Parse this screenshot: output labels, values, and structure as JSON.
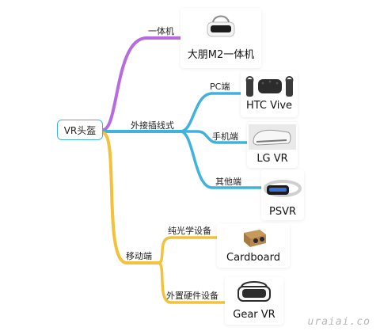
{
  "root": {
    "label": "VR头盔"
  },
  "branches": [
    {
      "label": "一体机",
      "color": "#b86be0",
      "items": [
        {
          "group": "",
          "product": "大朋M2一体机",
          "icon": "all-in-one-headset-icon"
        }
      ]
    },
    {
      "label": "外接插线式",
      "color": "#3fb3dc",
      "items": [
        {
          "group": "PC端",
          "product": "HTC Vive",
          "icon": "htc-vive-headset-icon"
        },
        {
          "group": "手机端",
          "product": "LG VR",
          "icon": "lg-vr-headset-icon"
        },
        {
          "group": "其他端",
          "product": "PSVR",
          "icon": "psvr-headset-icon"
        }
      ]
    },
    {
      "label": "移动端",
      "color": "#f3c13a",
      "items": [
        {
          "group": "纯光学设备",
          "product": "Cardboard",
          "icon": "cardboard-viewer-icon"
        },
        {
          "group": "外置硬件设备",
          "product": "Gear VR",
          "icon": "gear-vr-headset-icon"
        }
      ]
    }
  ],
  "watermark": "uraiai.co"
}
